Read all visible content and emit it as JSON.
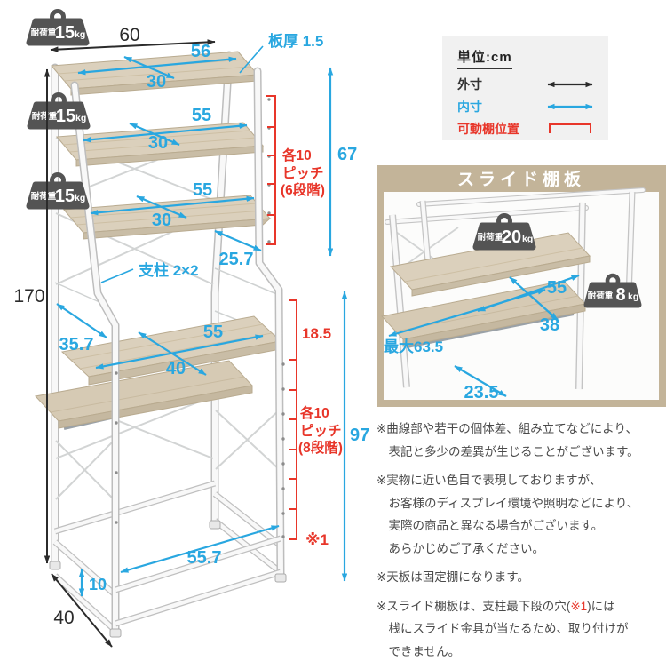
{
  "legend": {
    "title": "単位:cm",
    "outer_label": "外寸",
    "inner_label": "内寸",
    "movable_label": "可動棚位置"
  },
  "unit_weight": {
    "label": "耐荷重",
    "value": "15",
    "unit": "kg"
  },
  "dims": {
    "outer_width": "60",
    "outer_height": "170",
    "outer_depth": "40",
    "top_inner_width": "56",
    "top_inner_depth": "30",
    "shelf2_inner_width": "55",
    "shelf2_inner_depth": "30",
    "shelf3_inner_width": "55",
    "shelf3_inner_depth": "30",
    "board_thickness": "板厚 1.5",
    "pole_size": "支柱 2×2",
    "upper_pitch_line1": "各10",
    "upper_pitch_line2": "ピッチ",
    "upper_pitch_line3": "(6段階)",
    "upper_inner_height": "67",
    "upper_depth_gap": "25.7",
    "lower_left_gap": "35.7",
    "table_inner_width": "55",
    "table_inner_depth": "40",
    "table_top_gap": "18.5",
    "lower_pitch_line1": "各10",
    "lower_pitch_line2": "ピッチ",
    "lower_pitch_line3": "(8段階)",
    "lower_inner_height": "97",
    "note_ref": "※1",
    "bottom_inner_width": "55.7",
    "bottom_bar_height": "10"
  },
  "inset": {
    "title": "スライド棚板",
    "weight_fixed": {
      "label": "耐荷重",
      "value": "20",
      "unit": "kg"
    },
    "weight_slide": {
      "label": "耐荷重",
      "value": "8",
      "unit": "kg"
    },
    "dims": {
      "width": "55",
      "depth": "38",
      "max_slide": "最大63.5",
      "front_gap": "23.5"
    }
  },
  "notes": [
    {
      "lines": [
        "※曲線部や若干の個体差、組み立てなどにより、",
        "表記と多少の差異が生じることがございます。"
      ]
    },
    {
      "lines": [
        "※実物に近い色目で表現しておりますが、",
        "お客様のディスプレイ環境や照明などにより、",
        "実際の商品と異なる場合がございます。",
        "あらかじめご了承ください。"
      ]
    },
    {
      "lines": [
        "※天板は固定棚になります。"
      ]
    },
    {
      "pre": "※スライド棚板は、支柱最下段の穴(",
      "ref": "※1",
      "post": ")には",
      "lines": [
        "桟にスライド金具が当たるため、取り付けが",
        "できません。"
      ]
    }
  ]
}
